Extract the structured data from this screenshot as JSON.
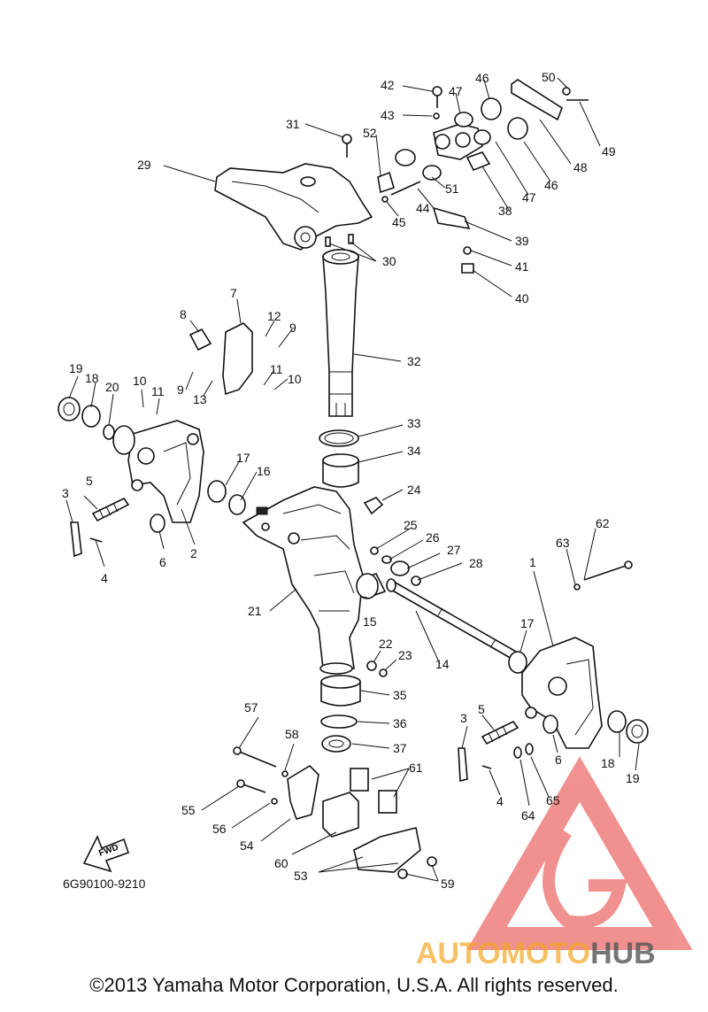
{
  "diagram_code": "6G90100-9210",
  "fwd_label": "FWD",
  "copyright": "©2013 Yamaha Motor Corporation, U.S.A. All rights reserved.",
  "watermark": {
    "text_a": "AUTOMOTO",
    "text_b": "HUB",
    "color_a": "#f5a623",
    "color_b": "#555555",
    "logo_color": "#e53935"
  },
  "parts": {
    "p1": "1",
    "p2": "2",
    "p3a": "3",
    "p3b": "3",
    "p4a": "4",
    "p4b": "4",
    "p5a": "5",
    "p5b": "5",
    "p6a": "6",
    "p6b": "6",
    "p7": "7",
    "p8": "8",
    "p9a": "9",
    "p9b": "9",
    "p10a": "10",
    "p10b": "10",
    "p11a": "11",
    "p11b": "11",
    "p12": "12",
    "p13": "13",
    "p14": "14",
    "p15": "15",
    "p16": "16",
    "p17a": "17",
    "p17b": "17",
    "p18a": "18",
    "p18b": "18",
    "p19a": "19",
    "p19b": "19",
    "p20": "20",
    "p21": "21",
    "p22": "22",
    "p23": "23",
    "p24": "24",
    "p25": "25",
    "p26": "26",
    "p27": "27",
    "p28": "28",
    "p29": "29",
    "p30": "30",
    "p31": "31",
    "p32": "32",
    "p33": "33",
    "p34": "34",
    "p35": "35",
    "p36": "36",
    "p37": "37",
    "p38": "38",
    "p39": "39",
    "p40": "40",
    "p41": "41",
    "p42": "42",
    "p43": "43",
    "p44": "44",
    "p45": "45",
    "p46a": "46",
    "p46b": "46",
    "p47a": "47",
    "p47b": "47",
    "p48": "48",
    "p49": "49",
    "p50": "50",
    "p51": "51",
    "p52": "52",
    "p53": "53",
    "p54": "54",
    "p55": "55",
    "p56": "56",
    "p57": "57",
    "p58": "58",
    "p59": "59",
    "p60": "60",
    "p61": "61",
    "p62": "62",
    "p63": "63",
    "p64": "64",
    "p65": "65"
  }
}
